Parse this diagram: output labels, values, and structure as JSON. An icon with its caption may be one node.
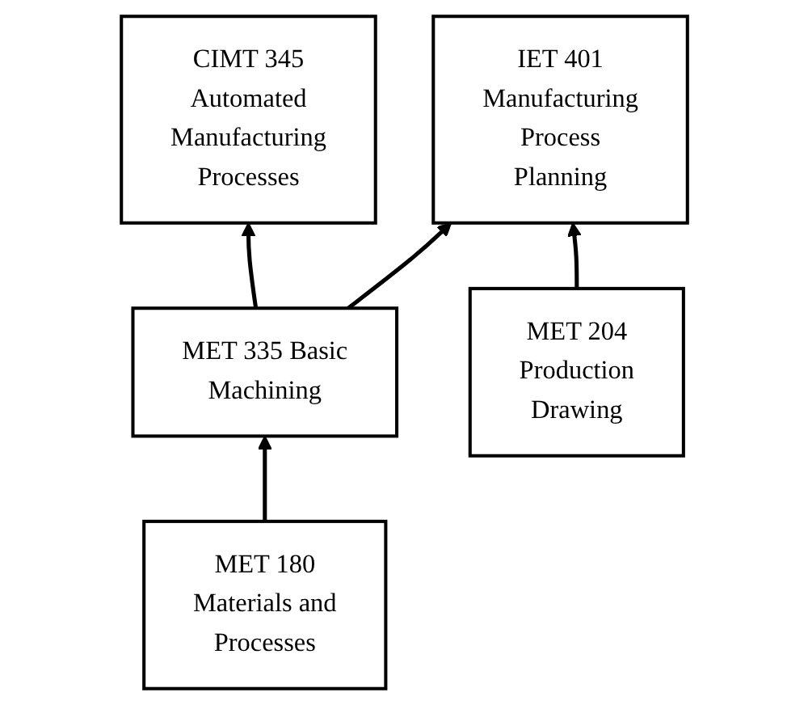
{
  "diagram": {
    "nodes": [
      {
        "text": [
          "CIMT 345 Automated Manufacturing Processes"
        ]
      },
      {
        "text": [
          "IET 401 Manufacturing Process Planning"
        ]
      },
      {
        "text": [
          "MET 335 Basic Machining"
        ]
      },
      {
        "text": [
          "MET 204 Production Drawing"
        ]
      },
      {
        "text": [
          "MET 180 Materials and Processes"
        ]
      }
    ],
    "edges": [
      {
        "from": 2,
        "to": 0,
        "arrow": "to"
      },
      {
        "from": 2,
        "to": 1,
        "arrow": "to"
      },
      {
        "from": 3,
        "to": 1,
        "arrow": "to"
      },
      {
        "from": 4,
        "to": 2,
        "arrow": "to"
      }
    ]
  }
}
